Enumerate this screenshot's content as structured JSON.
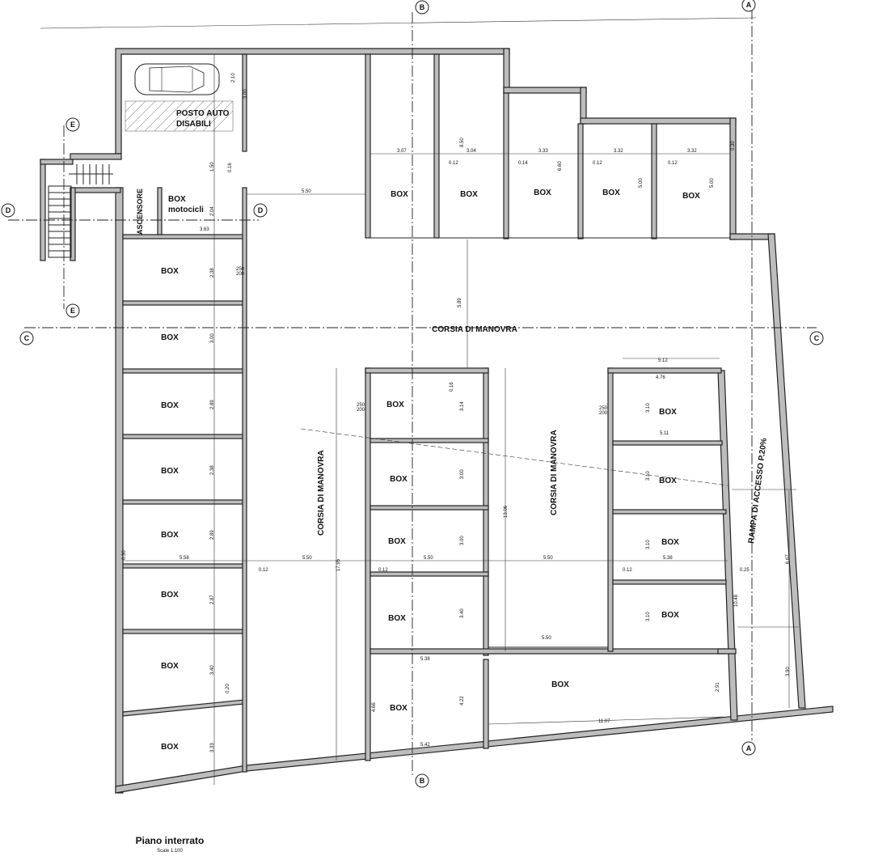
{
  "drawing": {
    "title": "Piano interrato",
    "scale": "Scale 1:100",
    "box_label": "BOX",
    "moto_box": {
      "line1": "BOX",
      "line2": "motocicli"
    },
    "elevator": "ASCENSORE",
    "disabled_parking": {
      "line1": "POSTO AUTO",
      "line2": "DISABILI"
    },
    "corridor_main": "CORSIA DI MANOVRA",
    "corridor_left": "CORSIA DI MANOVRA",
    "corridor_mid": "CORSIA DI MANOVRA",
    "ramp": "RAMPA DI ACCESSO P.20%",
    "section_markers": [
      "A",
      "B",
      "C",
      "D",
      "E"
    ]
  },
  "dimensions": {
    "top_row": [
      "3.07",
      "3.04",
      "3.33",
      "3.32",
      "3.32"
    ],
    "top_row_depth": [
      "8.50",
      "6.60",
      "5.00",
      "5.00"
    ],
    "walls": [
      "0.12",
      "0.14",
      "0.16",
      "0.20",
      "0.25",
      "0.30"
    ],
    "left_column_depth": [
      "2.38",
      "3.00",
      "2.89",
      "2.38",
      "2.89",
      "2.87",
      "3.40",
      "3.33"
    ],
    "corridors": [
      "5.50",
      "5.58",
      "5.89",
      "5.38",
      "5.42",
      "5.11",
      "5.12",
      "4.76"
    ],
    "mid_column_depth": [
      "3.14",
      "3.00",
      "3.00",
      "3.40",
      "4.22",
      "4.66"
    ],
    "right_column_depth": [
      "3.10",
      "3.10",
      "3.10",
      "3.10"
    ],
    "long": [
      "17.95",
      "13.06",
      "11.07",
      "10.48",
      "6.67",
      "3.90",
      "2.91",
      "3.63",
      "2.04",
      "2.10",
      "3.00",
      "1.50"
    ],
    "door": [
      "250",
      "200"
    ]
  }
}
